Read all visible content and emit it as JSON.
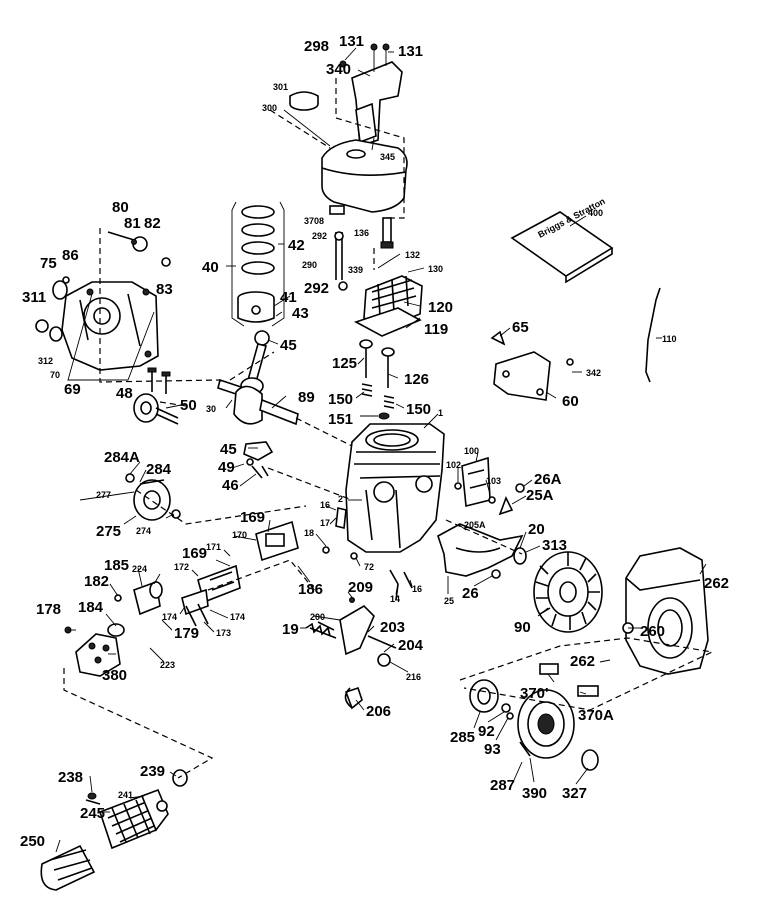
{
  "colors": {
    "ink": "#000000",
    "paper": "#ffffff"
  },
  "labels": {
    "p298": "298",
    "p131a": "131",
    "p131b": "131",
    "p340": "340",
    "p301": "301",
    "p300": "300",
    "p345": "345",
    "p3708": "3708",
    "p292a": "292",
    "p136": "136",
    "p132": "132",
    "p290": "290",
    "p339": "339",
    "p130": "130",
    "p292b": "292",
    "p120": "120",
    "p119": "119",
    "p400": "400",
    "p80": "80",
    "p81": "81",
    "p82": "82",
    "p86": "86",
    "p75": "75",
    "p83": "83",
    "p311": "311",
    "p312": "312",
    "p70": "70",
    "p69": "69",
    "p40": "40",
    "p42": "42",
    "p41": "41",
    "p43": "43",
    "p65": "65",
    "p110": "110",
    "p342": "342",
    "p60": "60",
    "p45a": "45",
    "p125": "125",
    "p126": "126",
    "p48": "48",
    "p50": "50",
    "p30": "30",
    "p89": "89",
    "p150a": "150",
    "p150b": "150",
    "p151": "151",
    "p1": "1",
    "p45b": "45",
    "p49": "49",
    "p46": "46",
    "p284A": "284A",
    "p284": "284",
    "p100": "100",
    "p102": "102",
    "p103": "103",
    "p26A": "26A",
    "p25A": "25A",
    "p277": "277",
    "p275": "275",
    "p274": "274",
    "p2": "2",
    "p169a": "169",
    "p16a": "16",
    "p17": "17",
    "p205A": "205A",
    "p20": "20",
    "p313": "313",
    "p170": "170",
    "p171": "171",
    "p169b": "169",
    "p18": "18",
    "p72": "72",
    "p186": "186",
    "p14": "14",
    "p16b": "16",
    "p25": "25",
    "p26": "26",
    "p172": "172",
    "p185": "185",
    "p224": "224",
    "p209": "209",
    "p182": "182",
    "p174a": "174",
    "p174b": "174",
    "p173": "173",
    "p90": "90",
    "p262a": "262",
    "p178": "178",
    "p184": "184",
    "p179": "179",
    "p200": "200",
    "p203": "203",
    "p19": "19",
    "p204": "204",
    "p260": "260",
    "p380": "380",
    "p223": "223",
    "p262b": "262",
    "p216": "216",
    "p370p": "370'",
    "p370A": "370A",
    "p206": "206",
    "p285": "285",
    "p92": "92",
    "p93": "93",
    "p238": "238",
    "p239": "239",
    "p241": "241",
    "p245": "245",
    "p287": "287",
    "p390": "390",
    "p327": "327",
    "p250": "250",
    "book": "Briggs & Stratton"
  }
}
